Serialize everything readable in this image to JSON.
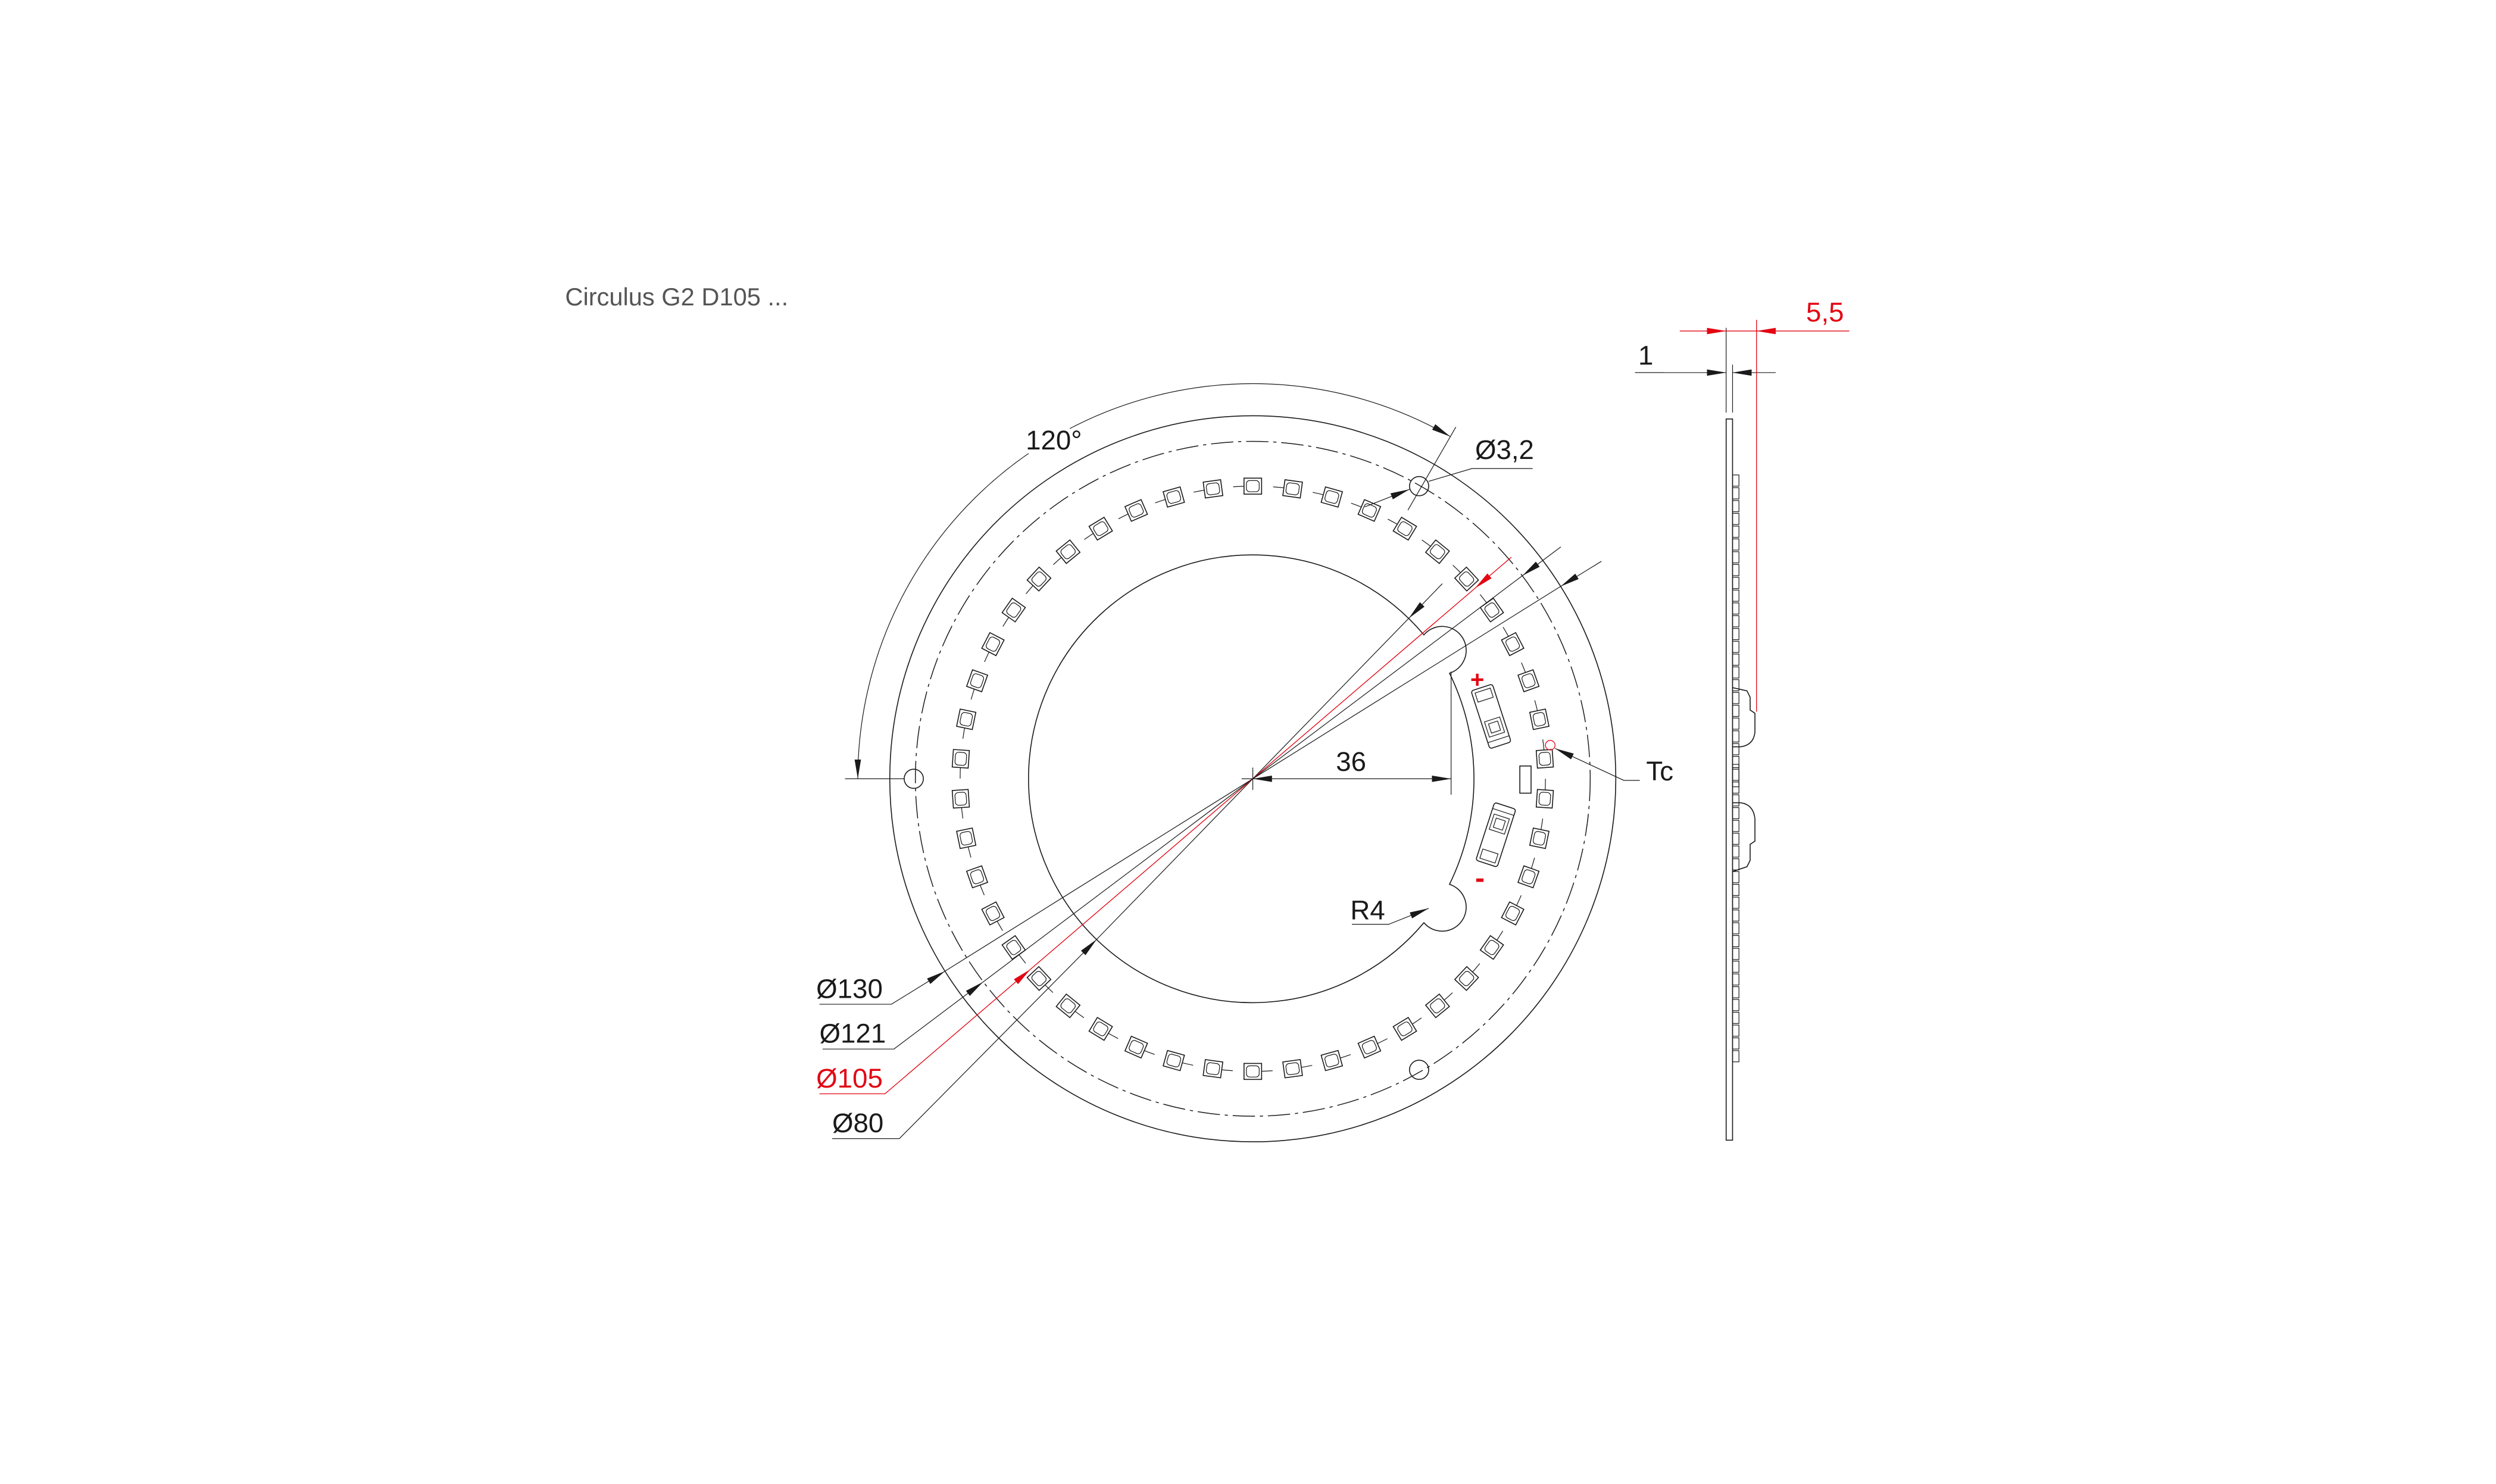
{
  "title": "Circulus G2 D105 ...",
  "front_view": {
    "angle_label": "120°",
    "hole_label": "Ø3,2",
    "slot_distance_label": "36",
    "radius_label": "R4",
    "tc_label": "Tc",
    "plus_label": "+",
    "minus_label": "-",
    "diameters": [
      {
        "label": "Ø130",
        "color": "#1a1a1a"
      },
      {
        "label": "Ø121",
        "color": "#1a1a1a"
      },
      {
        "label": "Ø105",
        "color": "#e30613"
      },
      {
        "label": "Ø80",
        "color": "#1a1a1a"
      }
    ]
  },
  "side_view": {
    "thickness_label": "1",
    "height_label": "5,5"
  },
  "colors": {
    "line": "#1a1a1a",
    "accent": "#e30613",
    "title": "#555555"
  }
}
